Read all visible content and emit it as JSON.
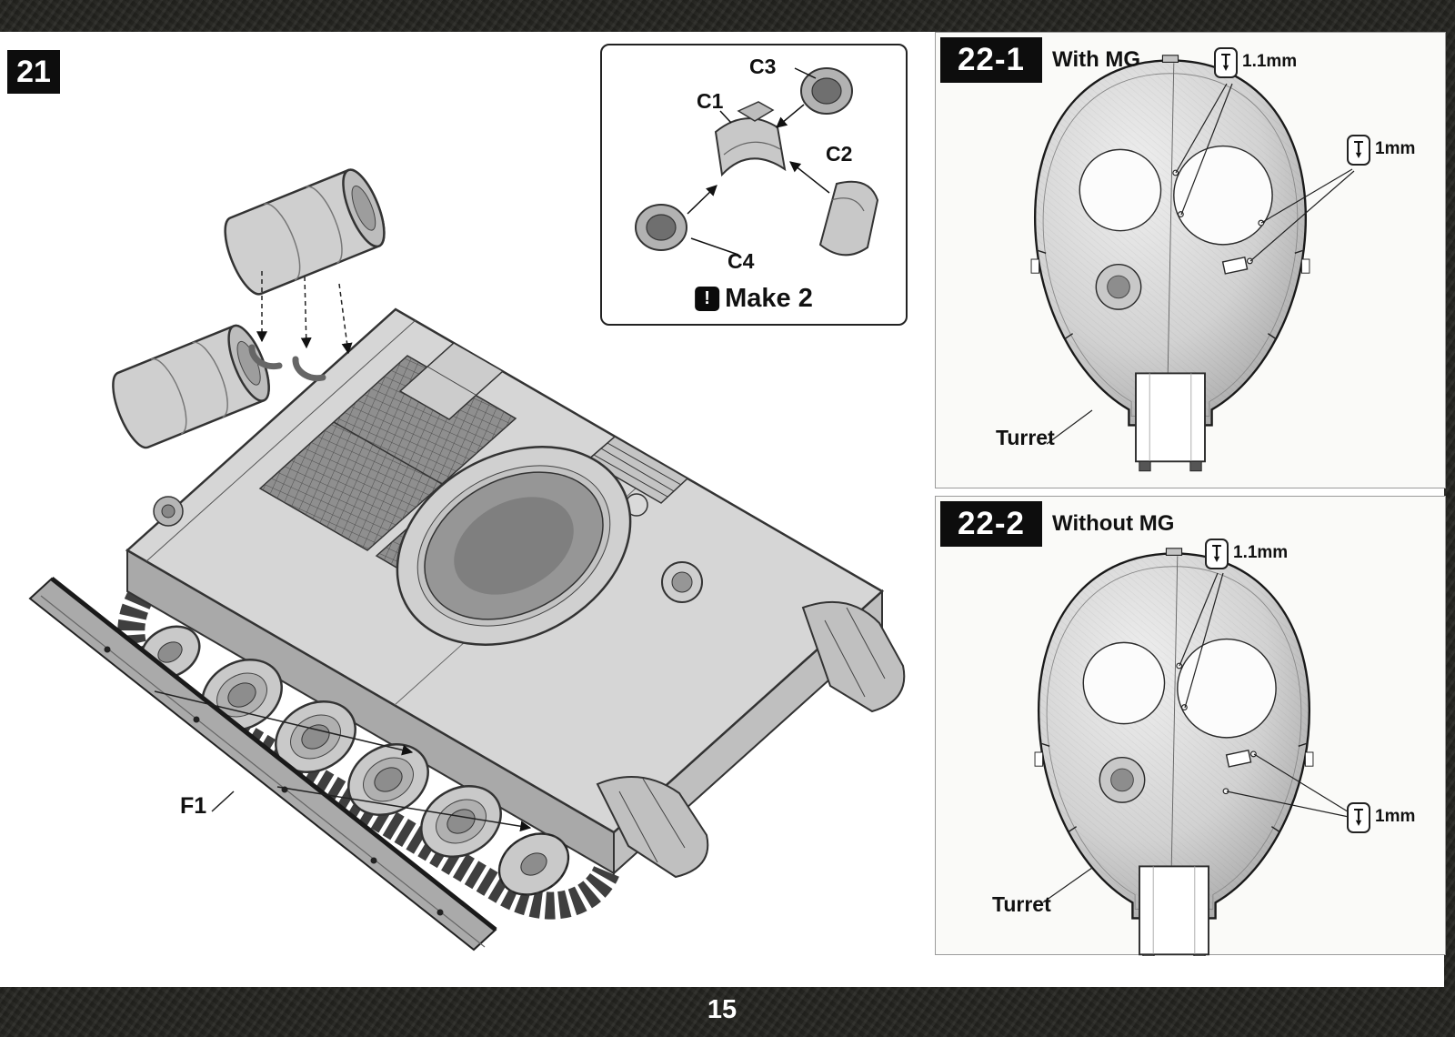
{
  "page": {
    "number": "15"
  },
  "colors": {
    "frame": "#23231f",
    "paper": "#ffffff",
    "header_bg": "#0d0d0d",
    "line": "#333333",
    "panel_bg": "#fafaf8"
  },
  "step21": {
    "number": "21",
    "part_label": "F1",
    "inset": {
      "labels": {
        "c1": "C1",
        "c2": "C2",
        "c3": "C3",
        "c4": "C4"
      },
      "note_icon": "!",
      "note": "Make 2"
    }
  },
  "step22_1": {
    "number": "22-1",
    "title": "With MG",
    "callout_top": "1.1mm",
    "callout_right": "1mm",
    "turret_label": "Turret"
  },
  "step22_2": {
    "number": "22-2",
    "title": "Without MG",
    "callout_top": "1.1mm",
    "callout_right": "1mm",
    "turret_label": "Turret"
  }
}
